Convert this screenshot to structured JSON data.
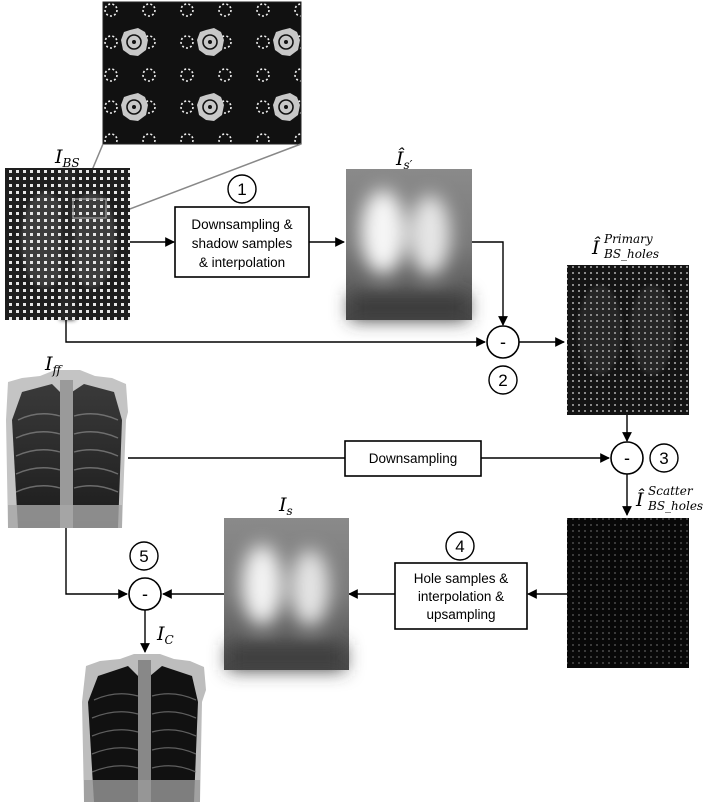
{
  "labels": {
    "i_bs": {
      "main": "I",
      "sub": "BS"
    },
    "i_s_prime": {
      "main": "Î",
      "sub": "s′"
    },
    "i_primary": {
      "main": "Î",
      "sup": "Primary",
      "sub": "BS_holes"
    },
    "i_ff": {
      "main": "I",
      "sub": "ff"
    },
    "i_scatter": {
      "main": "Î",
      "sup": "Scatter",
      "sub": "BS_holes"
    },
    "i_s": {
      "main": "I",
      "sub": "s"
    },
    "i_c": {
      "main": "I",
      "sub": "C"
    }
  },
  "boxes": {
    "box1": [
      "Downsampling &",
      "shadow samples",
      "& interpolation"
    ],
    "box_downsampling": [
      "Downsampling"
    ],
    "box4": [
      "Hole samples &",
      "interpolation &",
      "upsampling"
    ]
  },
  "steps": {
    "s1": "1",
    "s2": "2",
    "s3": "3",
    "s4": "4",
    "s5": "5"
  },
  "operators": {
    "op_a": "-",
    "op_b": "-",
    "op_c": "-"
  }
}
